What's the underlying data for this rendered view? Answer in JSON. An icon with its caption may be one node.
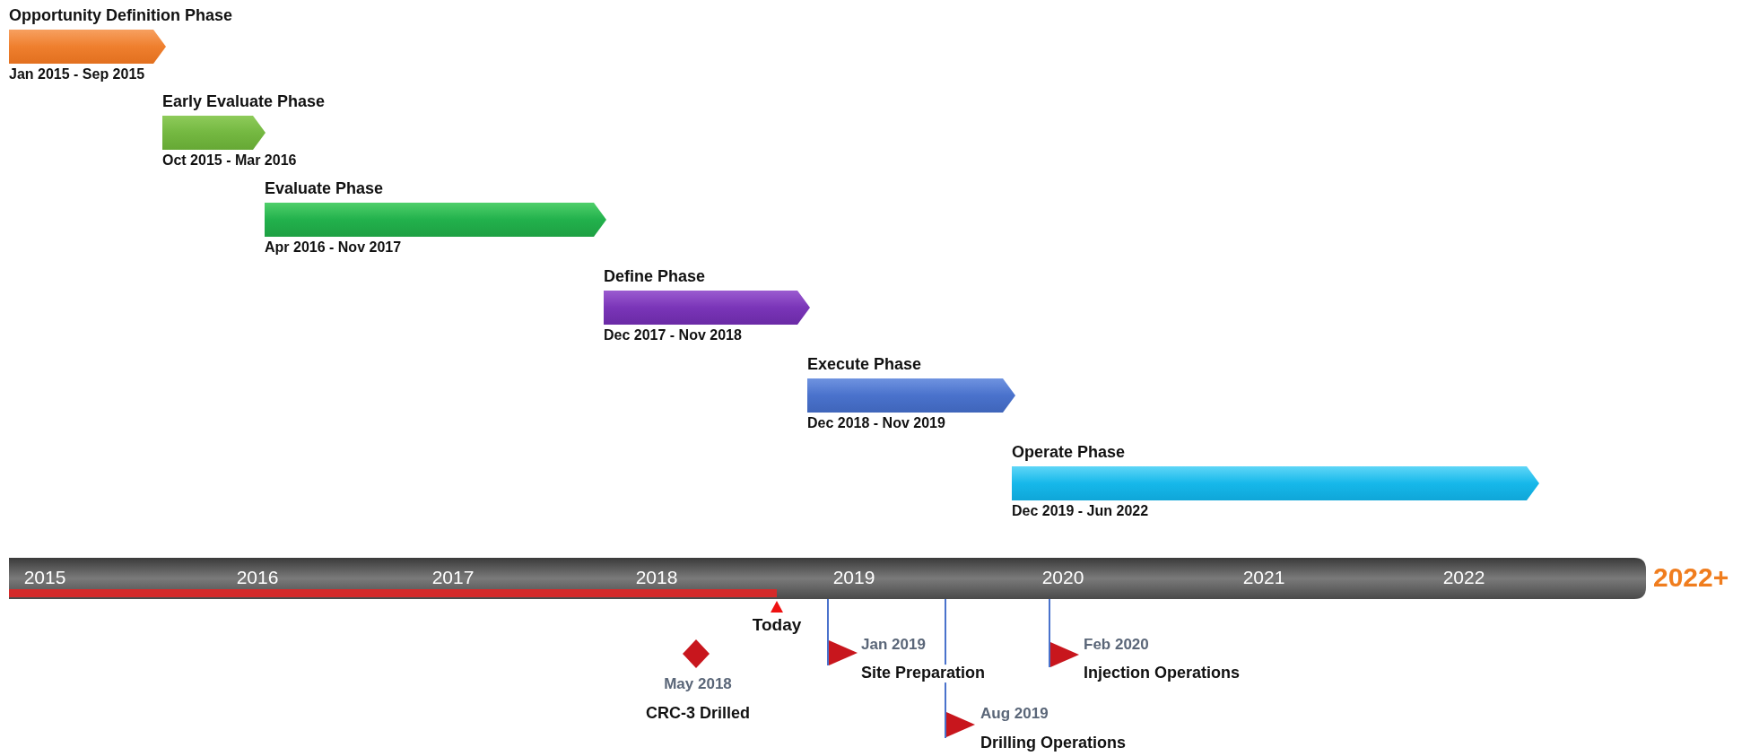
{
  "diagram": {
    "nodes": [
      {
        "text": [
          "Opportunity Definition Phase"
        ],
        "beside": [
          "Jan 2015 - Sep 2015"
        ]
      },
      {
        "text": [
          "Early Evaluate Phase"
        ],
        "beside": [
          "Oct 2015 - Mar 2016"
        ]
      },
      {
        "text": [
          "Evaluate Phase"
        ],
        "beside": [
          "Apr 2016 - Nov 2017"
        ]
      },
      {
        "text": [
          "Define Phase"
        ],
        "beside": [
          "Dec 2017 - Nov 2018"
        ]
      },
      {
        "text": [
          "Execute Phase"
        ],
        "beside": [
          "Dec 2018 - Nov 2019"
        ]
      },
      {
        "text": [
          "Operate Phase"
        ],
        "beside": [
          "Dec 2019 - Jun 2022"
        ]
      }
    ],
    "labels": [
      "2015",
      "2016",
      "2017",
      "2018",
      "2019",
      "2020",
      "2021",
      "2022",
      "2022+",
      "Today",
      "May 2018",
      "CRC-3 Drilled",
      "Jan 2019",
      "Site Preparation",
      "Feb 2020",
      "Injection Operations",
      "Aug 2019",
      "Drilling Operations"
    ]
  }
}
